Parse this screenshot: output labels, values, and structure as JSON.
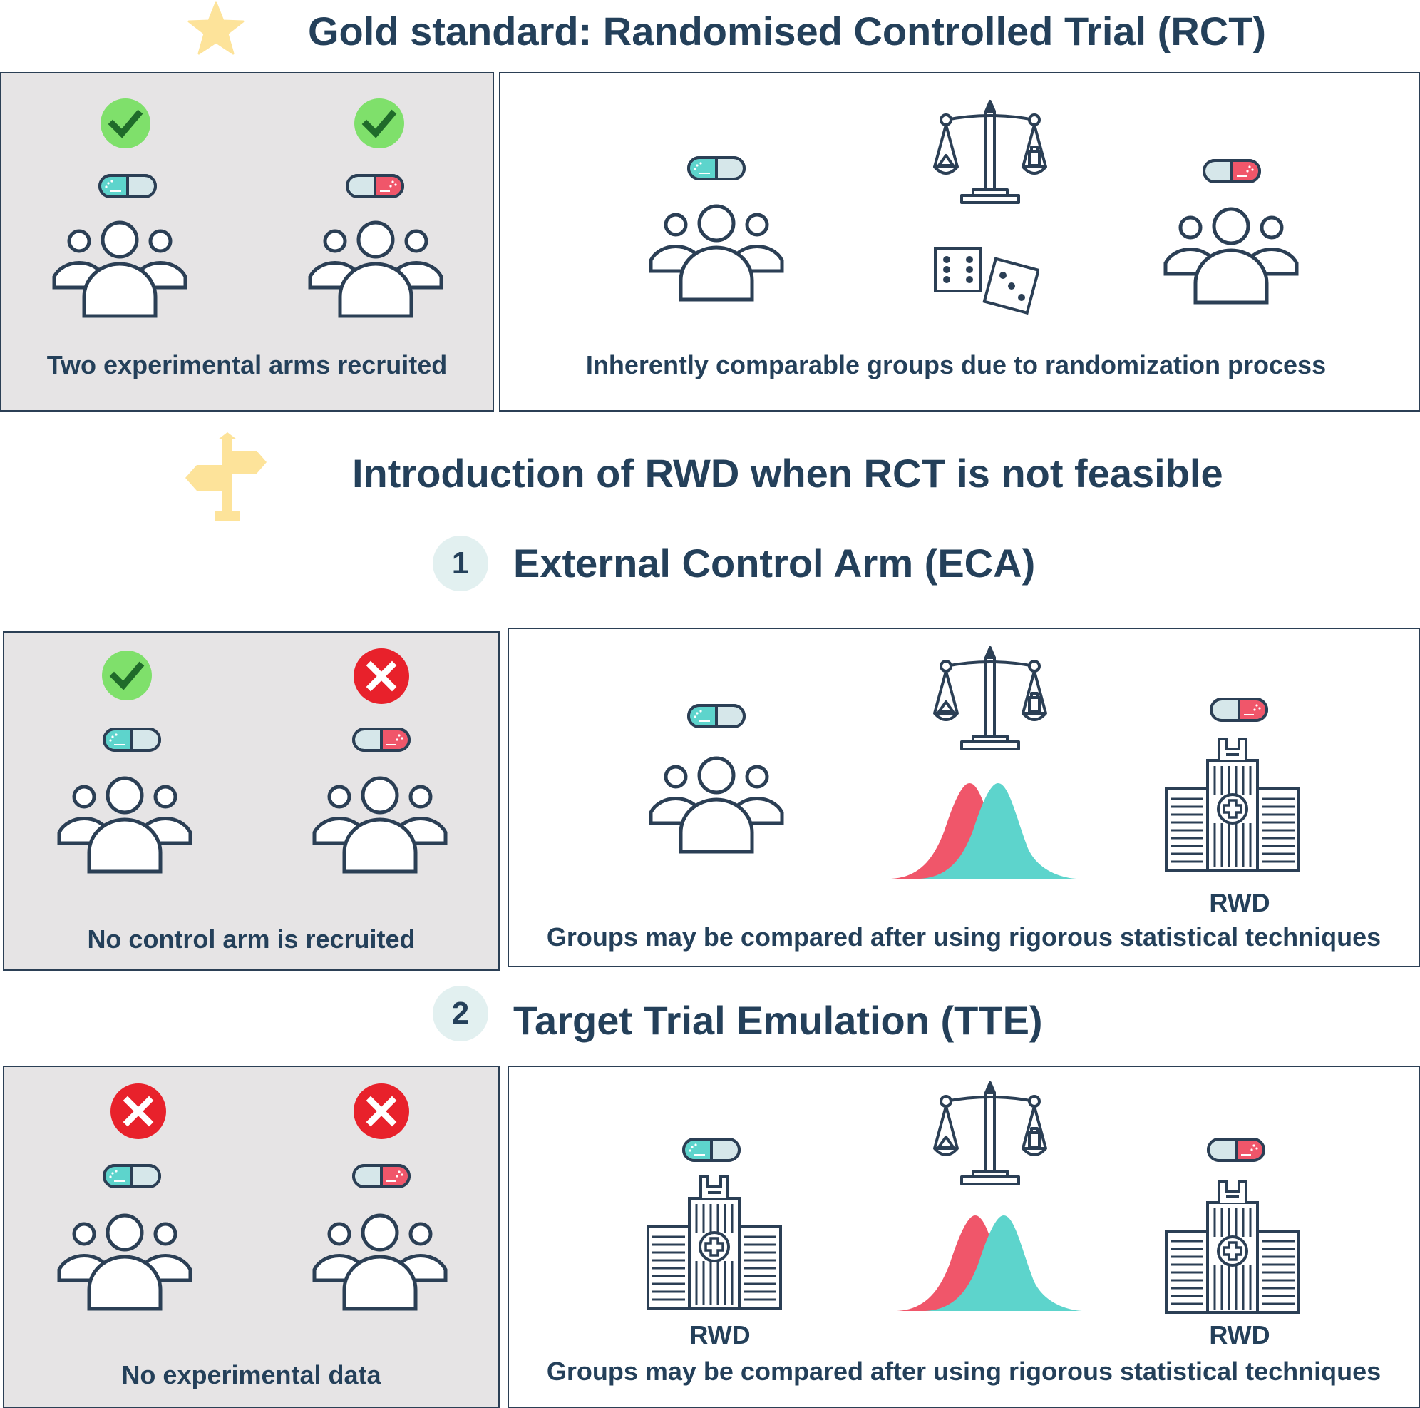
{
  "colors": {
    "navy": "#2b3f55",
    "teal": "#5dd4cc",
    "red": "#f0566a",
    "green_badge": "#7fe06b",
    "red_badge": "#e8212b",
    "gold": "#fde39a",
    "panel_grey": "#e6e4e5"
  },
  "icons": [
    "star-icon",
    "signpost-icon",
    "checkmark-icon",
    "cross-icon",
    "pill-icon",
    "people-icon",
    "scale-icon",
    "dice-icon",
    "distribution-curves-icon",
    "hospital-icon"
  ],
  "rct": {
    "title": "Gold standard: Randomised Controlled Trial (RCT)",
    "left_caption": "Two experimental arms recruited",
    "right_caption": "Inherently comparable groups due to randomization process"
  },
  "intro": {
    "title": "Introduction of RWD when RCT is not feasible"
  },
  "eca": {
    "number": "1",
    "title": "External Control Arm (ECA)",
    "left_caption": "No control arm is recruited",
    "rwd_label": "RWD",
    "right_caption": "Groups may be compared after using rigorous statistical techniques"
  },
  "tte": {
    "number": "2",
    "title": "Target Trial Emulation (TTE)",
    "left_caption": "No experimental data",
    "rwd_left_label": "RWD",
    "rwd_right_label": "RWD",
    "right_caption": "Groups may be compared after using rigorous statistical techniques"
  }
}
